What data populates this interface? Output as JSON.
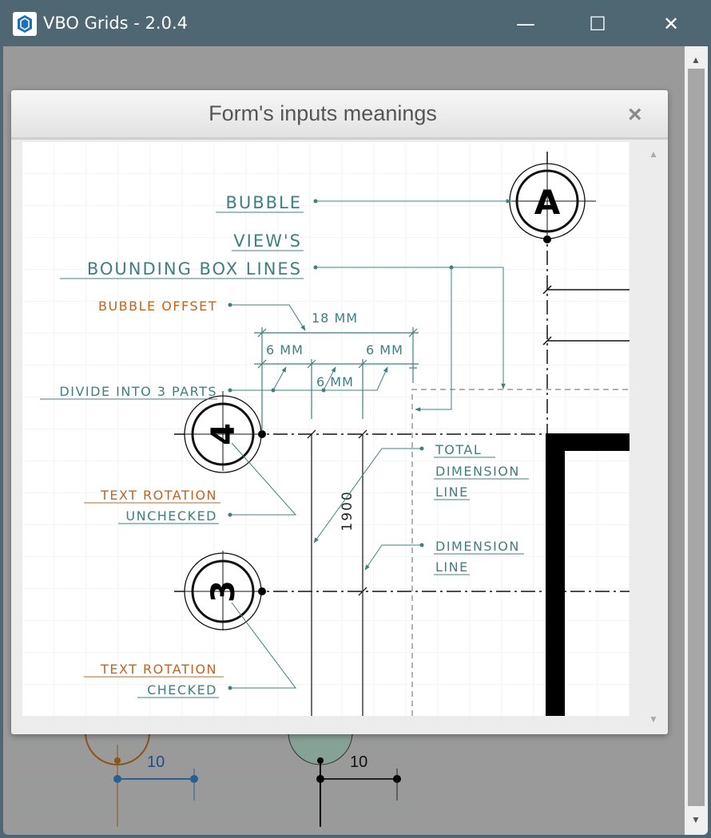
{
  "window": {
    "title": "VBO Grids - 2.0.4",
    "minimize": "—",
    "maximize": "☐",
    "close": "✕"
  },
  "dialog": {
    "title": "Form's inputs meanings",
    "close": "×"
  },
  "diagram": {
    "labels": {
      "bubble": "BUBBLE",
      "views": "VIEW'S",
      "bbox": "BOUNDING BOX LINES",
      "bubble_offset": "BUBBLE OFFSET",
      "divide": "DIVIDE INTO 3 PARTS",
      "text_rotation_1": "TEXT ROTATION",
      "unchecked": "UNCHECKED",
      "text_rotation_2": "TEXT ROTATION",
      "checked": "CHECKED",
      "total": "TOTAL",
      "dimension1": "DIMENSION",
      "line1": "LINE",
      "dimension2": "DIMENSION",
      "line2": "LINE"
    },
    "dims": {
      "total": "18 MM",
      "part1": "6 MM",
      "part2": "6 MM",
      "part3": "6 MM",
      "height": "1900"
    },
    "bubbles": {
      "a": "A",
      "four": "4",
      "three": "3"
    }
  },
  "background": {
    "dim1": "10",
    "dim2": "10"
  },
  "colors": {
    "teal": "#3f7f80",
    "orange": "#c0651f",
    "titlebar": "#4f6673"
  }
}
